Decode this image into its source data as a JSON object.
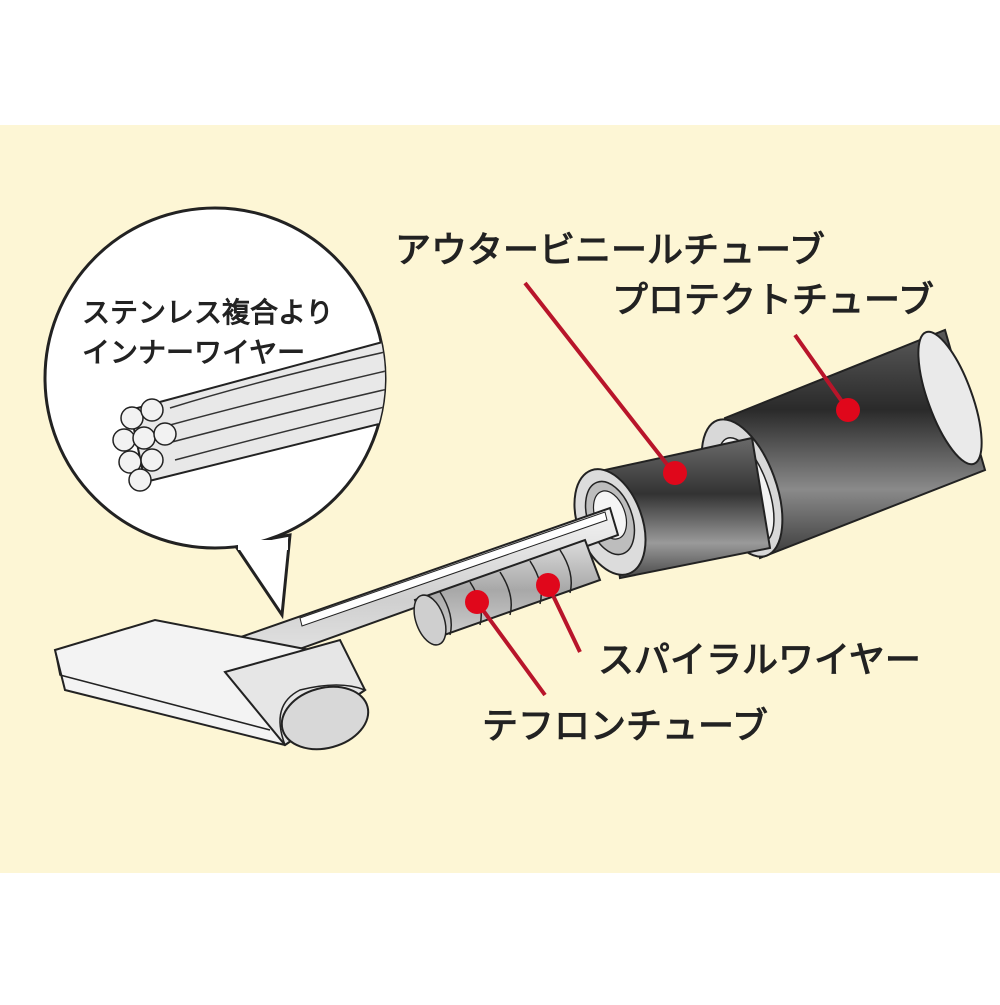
{
  "colors": {
    "background": "#fdf6d5",
    "leader": "#b8152a",
    "dot": "#e0071b",
    "outline": "#222222"
  },
  "labels": {
    "outer_vinyl_tube": "アウタービニールチューブ",
    "protect_tube": "プロテクトチューブ",
    "spiral_wire": "スパイラルワイヤー",
    "teflon_tube": "テフロンチューブ"
  },
  "callout": {
    "line1": "ステンレス複合より",
    "line2": "インナーワイヤー"
  }
}
